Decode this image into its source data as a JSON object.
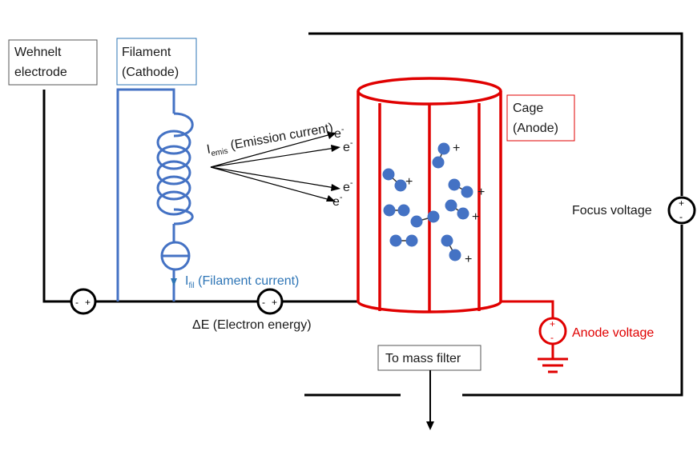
{
  "labels": {
    "wehnelt_line1": "Wehnelt",
    "wehnelt_line2": "electrode",
    "filament_line1": "Filament",
    "filament_line2": "(Cathode)",
    "cage_line1": "Cage",
    "cage_line2": "(Anode)",
    "emission_symbol": "I",
    "emission_sub": "emis",
    "emission_text": " (Emission current)",
    "filament_current_symbol": "I",
    "filament_current_sub": "fil",
    "filament_current_text": " (Filament current)",
    "electron_energy": "ΔE (Electron energy)",
    "focus_voltage": "Focus voltage",
    "anode_voltage": "Anode voltage",
    "mass_filter": "To mass filter"
  },
  "electron": {
    "base": "e",
    "sup": "-"
  },
  "electron_count": 4,
  "polarity": {
    "minus": "-",
    "plus": "+"
  },
  "ion_charge": "+",
  "colors": {
    "filament": "#4472c4",
    "filament_text": "#2e75b6",
    "cage": "#e00000",
    "ion": "#4472c4",
    "wire": "#000000"
  }
}
